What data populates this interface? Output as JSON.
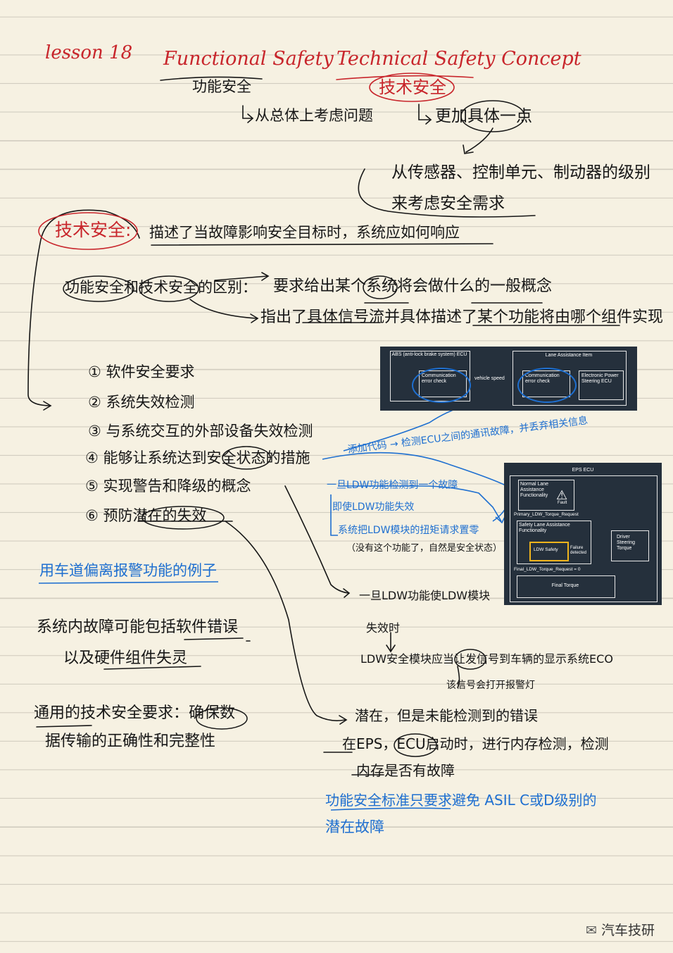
{
  "header": {
    "lesson": "lesson 18",
    "title_part1": "Functional Safety",
    "title_part2": "Technical Safety Concept"
  },
  "intro": {
    "func_safety": "功能安全",
    "func_desc": "从总体上考虑问题",
    "tech_safety": "技术安全",
    "tech_desc": "更加具体一点",
    "sensor_line1": "从传感器、控制单元、制动器的级别",
    "sensor_line2": "来考虑安全需求"
  },
  "definition": {
    "label": "技术安全:",
    "text": "描述了当故障影响安全目标时，系统应如何响应"
  },
  "difference": {
    "label": "功能安全和技术安全的区别：",
    "line1": "要求给出某个系统将会做什么的一般概念",
    "line2": "指出了具体信号流并具体描述了某个功能将由哪个组件实现"
  },
  "list": [
    "① 软件安全要求",
    "② 系统失效检测",
    "③ 与系统交互的外部设备失效检测",
    "④ 能够让系统达到安全状态的措施",
    "⑤ 实现警告和降级的概念",
    "⑥ 预防潜在的失效"
  ],
  "diagram1": {
    "abs_title": "ABS (anti-lock brake system) ECU",
    "lane_title": "Lane Assistance Item",
    "comm_check": "Communication error check",
    "vehicle_speed": "vehicle speed",
    "eps_ecu": "Electronic Power Steering ECU"
  },
  "diagram2": {
    "title": "EPS ECU",
    "normal": "Normal Lane Assistance Functionality",
    "fault": "Fault",
    "primary": "Primary_LDW_Torque_Request",
    "safety_lane": "Safety Lane Assistance Functionality",
    "ldw_safety": "LDW Safety",
    "failure": "Failure detected",
    "driver": "Driver Steering Torque",
    "final_req": "Final_LDW_Torque_Request = 0",
    "final_torque": "Final Torque"
  },
  "blue_notes": {
    "comm": "添加代码 → 检测ECU之间的通讯故障，并丢弃相关信息",
    "fault_line1": "一旦LDW功能检测到一个故障",
    "fault_line2": "即使LDW功能失效",
    "fault_line3": "系统把LDW模块的扭矩请求置零",
    "fault_line4": "（没有这个功能了，自然是安全状态）",
    "example": "用车道偏离报警功能的例子",
    "asil_line1": "功能安全标准只要求避免 ASIL C或D级别的",
    "asil_line2": "潜在故障"
  },
  "right_notes": {
    "ldw_off": "一旦LDW功能使LDW模块",
    "fail_when": "失效时",
    "signal": "LDW安全模块应当让发信号到车辆的显示系统ECO",
    "warning": "该信号会打开报警灯",
    "latent": "潜在，但是未能检测到的错误",
    "eps_start": "在EPS，ECU启动时，进行内存检测，检测",
    "mem": "内存是否有故障"
  },
  "left_notes": {
    "sys_fault1": "系统内故障可能包括软件错误",
    "sys_fault2": "以及硬件组件失灵",
    "general1": "通用的技术安全要求：确保数",
    "general2": "据传输的正确性和完整性"
  },
  "watermark": "汽车技研"
}
